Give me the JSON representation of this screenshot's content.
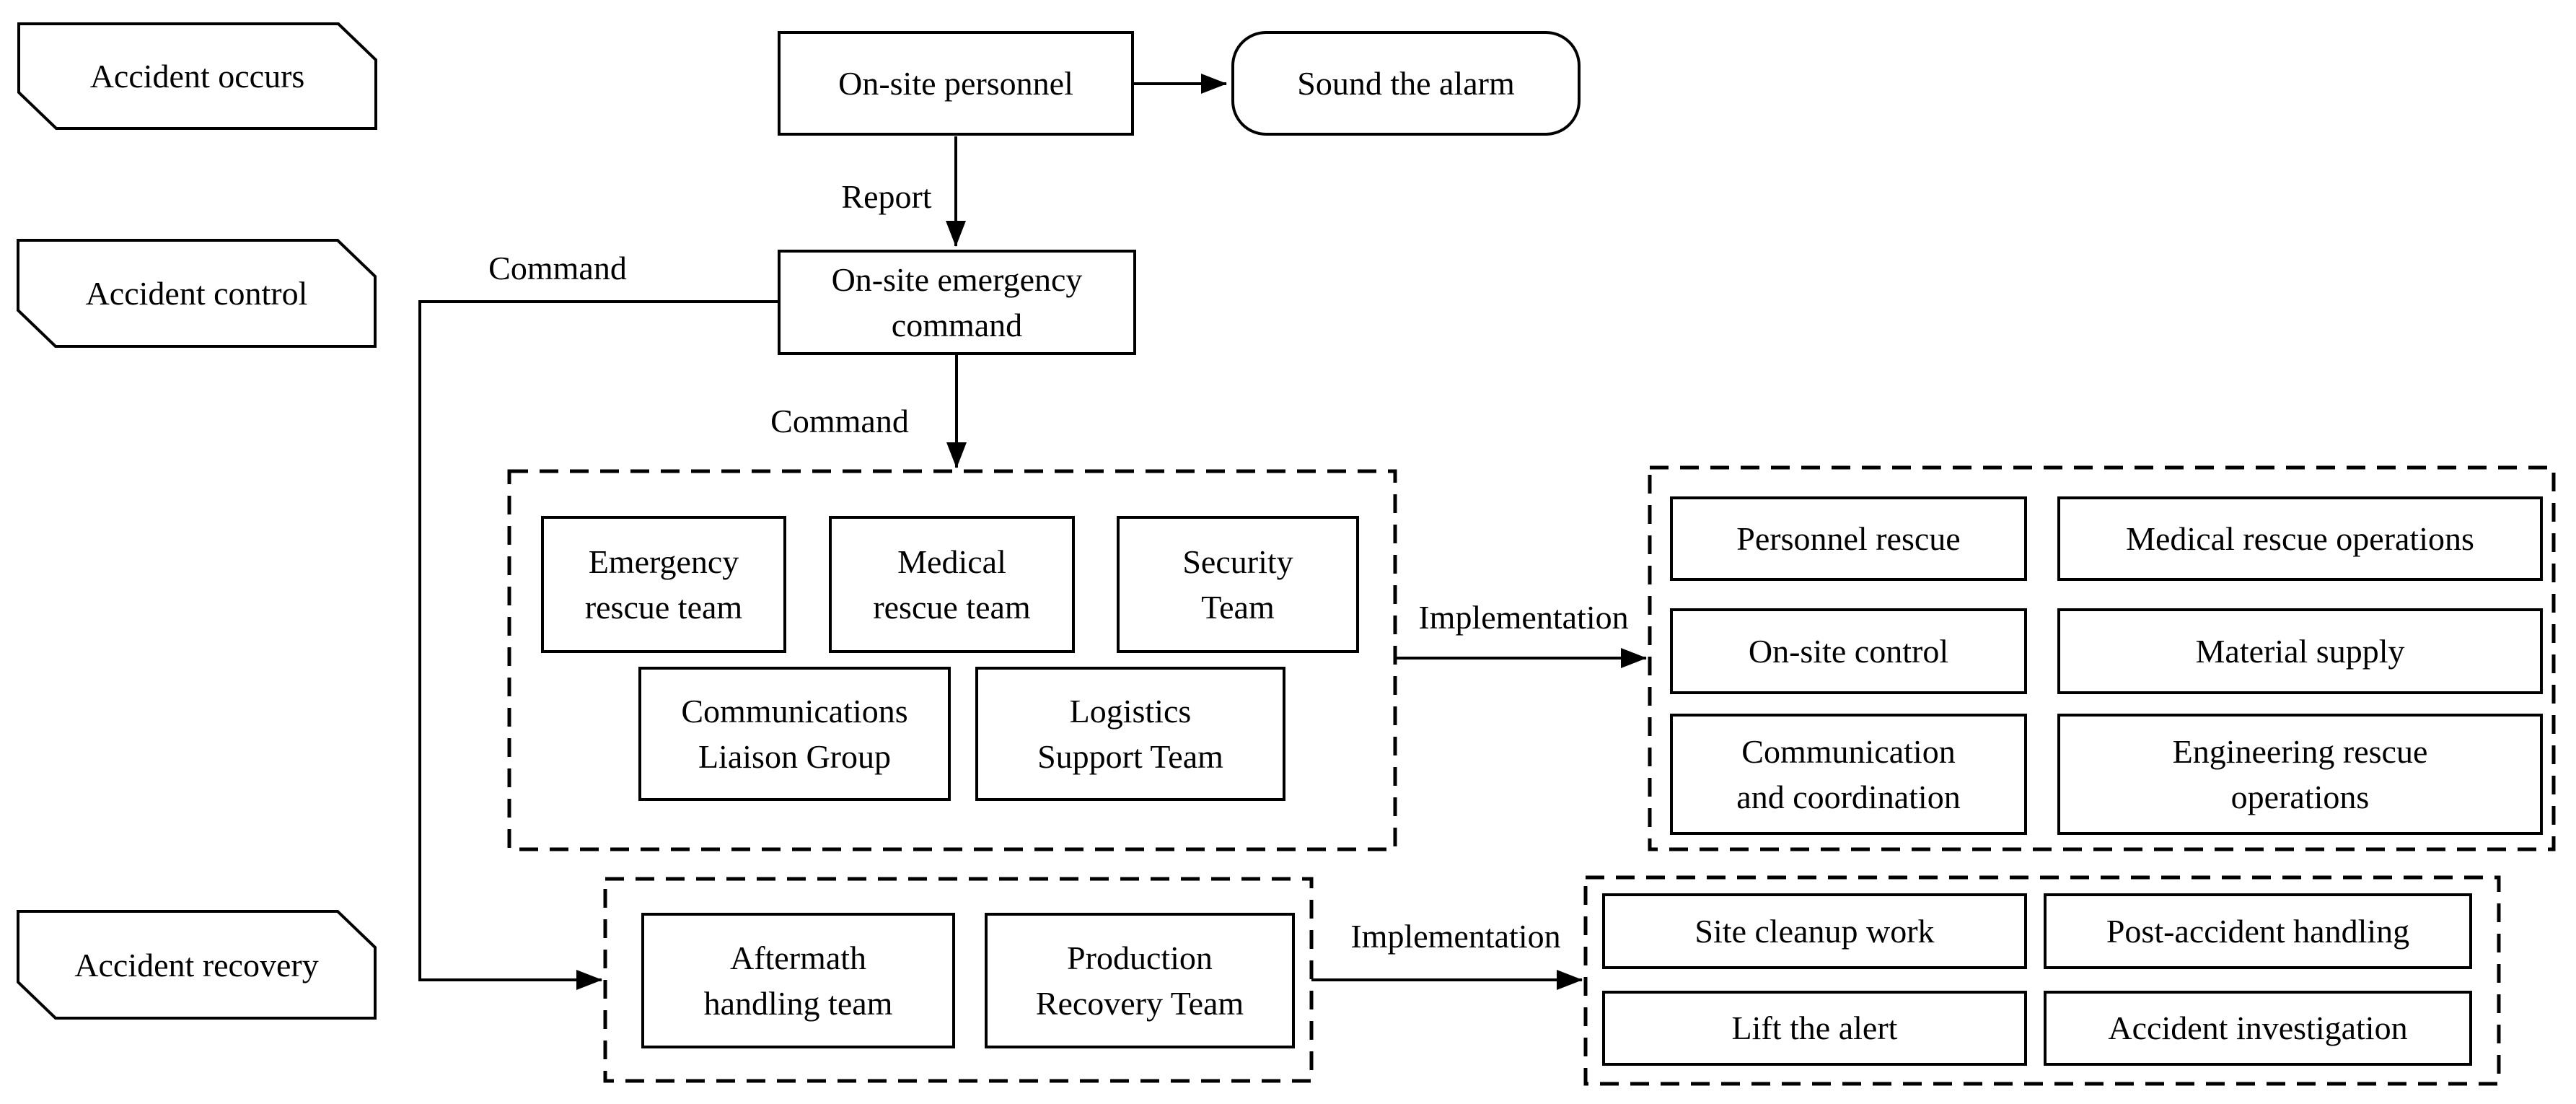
{
  "diagram": {
    "background": "#ffffff",
    "line_color": "#000000",
    "stages": [
      {
        "label": "Accident occurs"
      },
      {
        "label": "Accident control"
      },
      {
        "label": "Accident recovery"
      }
    ],
    "nodes": {
      "on_site_personnel": {
        "label": "On-site personnel"
      },
      "sound_the_alarm": {
        "label": "Sound the alarm"
      },
      "on_site_emergency_command": {
        "label": "On-site emergency\ncommand"
      }
    },
    "edge_labels": {
      "report": "Report",
      "command_left": "Command",
      "command_down": "Command",
      "implementation_top": "Implementation",
      "implementation_bottom": "Implementation"
    },
    "groups": {
      "response_teams": {
        "items": [
          "Emergency\nrescue team",
          "Medical\nrescue team",
          "Security\nTeam",
          "Communications\nLiaison Group",
          "Logistics\nSupport Team"
        ]
      },
      "response_actions": {
        "items": [
          "Personnel rescue",
          "Medical rescue operations",
          "On-site control",
          "Material supply",
          "Communication\nand coordination",
          "Engineering rescue\noperations"
        ]
      },
      "recovery_teams": {
        "items": [
          "Aftermath\nhandling team",
          "Production\nRecovery Team"
        ]
      },
      "recovery_actions": {
        "items": [
          "Site cleanup work",
          "Post-accident handling",
          "Lift the alert",
          "Accident investigation"
        ]
      }
    }
  }
}
